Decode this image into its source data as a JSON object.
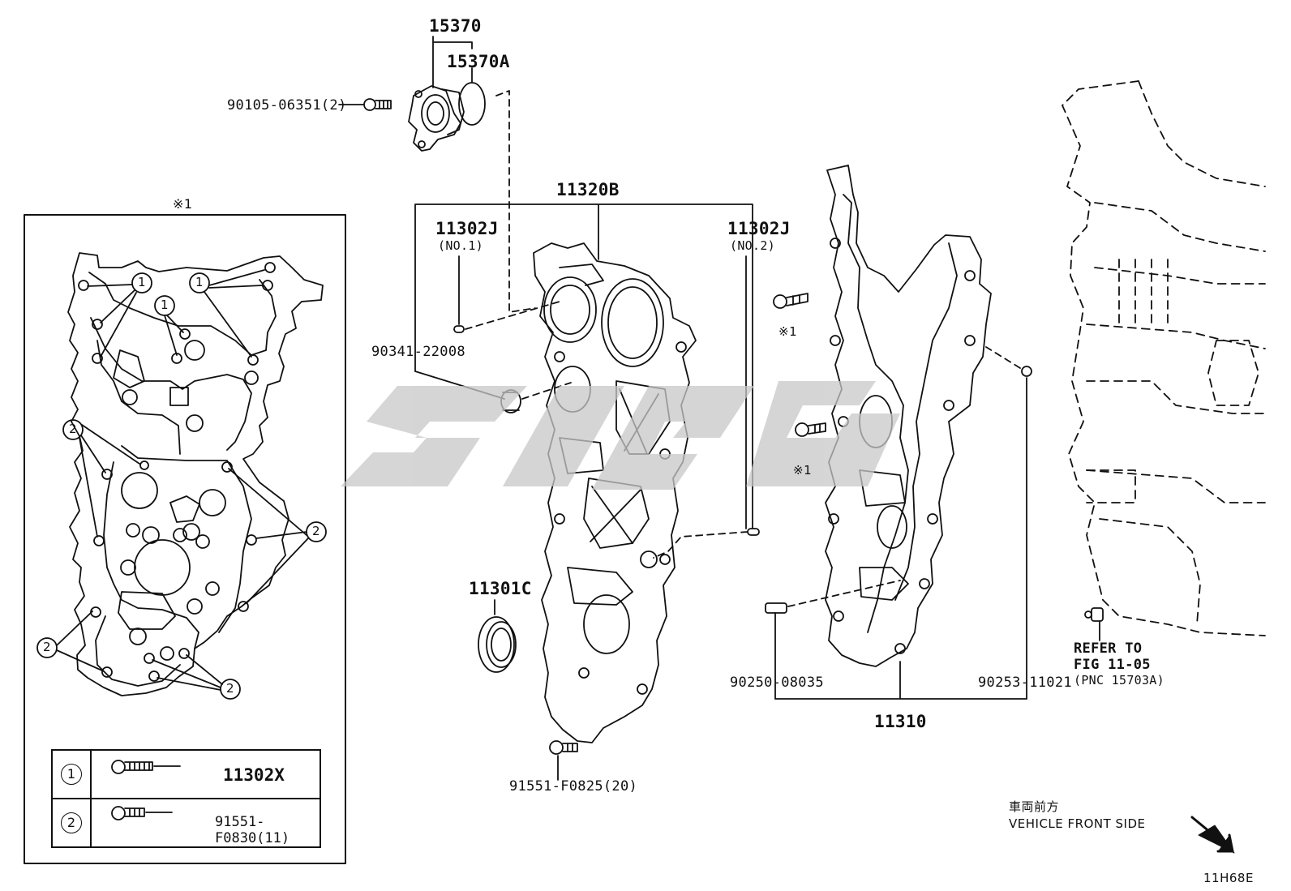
{
  "diagram_id": "11H68E",
  "inset": {
    "marker": "※1",
    "callouts": [
      "1",
      "2"
    ],
    "legend": [
      {
        "key": "1",
        "part": "11302X"
      },
      {
        "key": "2",
        "part": "91551-F0830(11)"
      }
    ]
  },
  "parts": {
    "p15370": "15370",
    "p15370a": "15370A",
    "p90105": "90105-06351(2)",
    "p11320b": "11320B",
    "p11302j_1": "11302J",
    "p11302j_1_sub": "(NO.1)",
    "p11302j_2": "11302J",
    "p11302j_2_sub": "(NO.2)",
    "p90341": "90341-22008",
    "p11301c": "11301C",
    "p91551": "91551-F0825(20)",
    "p90250": "90250-08035",
    "p90253": "90253-11021",
    "p11310": "11310",
    "mark1a": "※1",
    "mark1b": "※1"
  },
  "refer": {
    "line1": "REFER TO",
    "line2": "FIG 11-05",
    "line3": "(PNC 15703A)"
  },
  "front": {
    "jp": "車両前方",
    "en": "VEHICLE FRONT SIDE"
  },
  "colors": {
    "line": "#111111",
    "watermark": "#c8c8c8"
  }
}
